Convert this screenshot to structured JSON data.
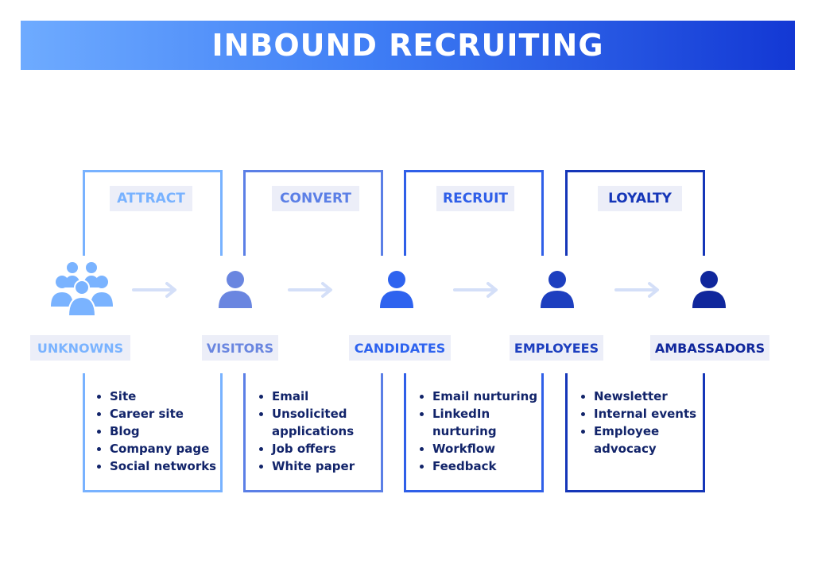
{
  "title": "INBOUND RECRUITING",
  "stages": [
    {
      "label": "ATTRACT",
      "color": "#78b2ff",
      "items": [
        "Site",
        "Career site",
        "Blog",
        "Company page",
        "Social networks"
      ]
    },
    {
      "label": "CONVERT",
      "color": "#5b7fe6",
      "items": [
        "Email",
        "Unsolicited applications",
        "Job offers",
        "White paper"
      ]
    },
    {
      "label": "RECRUIT",
      "color": "#2f5fe8",
      "items": [
        "Email nurturing",
        "LinkedIn nurturing",
        "Workflow",
        "Feedback"
      ]
    },
    {
      "label": "LOYALTY",
      "color": "#1536b8",
      "items": [
        "Newsletter",
        "Internal events",
        "Employee advocacy"
      ]
    }
  ],
  "groups": [
    {
      "label": "UNKNOWNS",
      "color": "#7ab3ff",
      "icon": "group-of-people-icon"
    },
    {
      "label": "VISITORS",
      "color": "#6a86e0",
      "icon": "person-icon"
    },
    {
      "label": "CANDIDATES",
      "color": "#2e63ef",
      "icon": "person-icon"
    },
    {
      "label": "EMPLOYEES",
      "color": "#1d3fbf",
      "icon": "person-icon"
    },
    {
      "label": "AMBASSADORS",
      "color": "#10279c",
      "icon": "person-icon"
    }
  ],
  "arrow_color": "#d4dff8"
}
